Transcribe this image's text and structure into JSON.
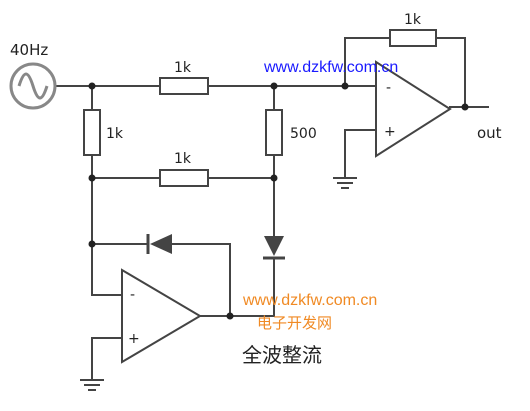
{
  "source": {
    "frequency_label": "40Hz"
  },
  "resistors": {
    "r_feedback_top": "1k",
    "r_input": "1k",
    "r_shunt_left": "1k",
    "r_shunt_mid": "500",
    "r_bottom": "1k"
  },
  "opamp_top": {
    "minus": "-",
    "plus": "+"
  },
  "opamp_bottom": {
    "minus": "-",
    "plus": "+"
  },
  "output_label": "out",
  "watermarks": {
    "top_url": "www.dzkfw.com.cn",
    "bottom_url": "www.dzkfw.com.cn",
    "bottom_site_name": "电子开发网"
  },
  "caption": "全波整流",
  "colors": {
    "wire": "#444444",
    "watermark_blue": "#1a1aff",
    "watermark_orange": "#f08a24",
    "text": "#222222"
  }
}
